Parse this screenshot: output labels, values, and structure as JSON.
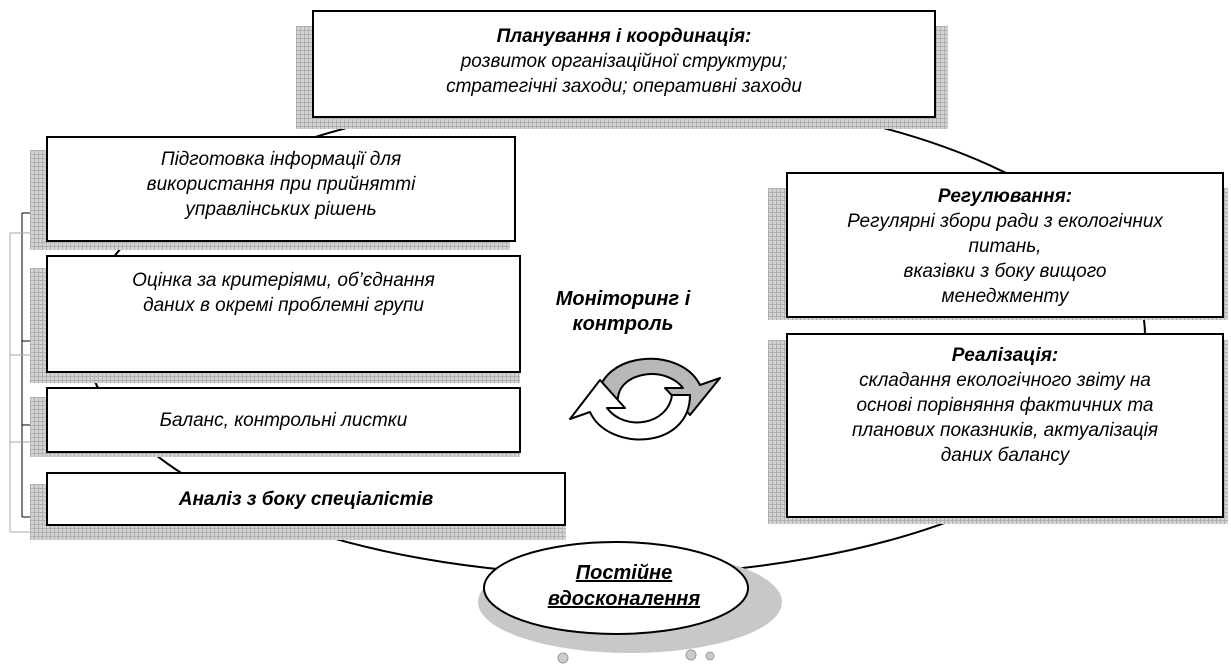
{
  "planning": {
    "title": "Планування і координація:",
    "lines": [
      "розвиток організаційної структури;",
      "стратегічні заходи; оперативні заходи"
    ]
  },
  "preparation": {
    "lines": [
      "Підготовка інформації для",
      "використання при прийнятті",
      "управлінських рішень"
    ]
  },
  "evaluation": {
    "lines": [
      "Оцінка за критеріями, об’єднання",
      "даних в окремі проблемні групи"
    ]
  },
  "balance": {
    "text": "Баланс, контрольні листки"
  },
  "analysis": {
    "text": "Аналіз з боку спеціалістів"
  },
  "regulation": {
    "title": "Регулювання:",
    "lines": [
      "Регулярні збори ради з екологічних",
      "питань,",
      "вказівки з боку вищого",
      "менеджменту"
    ]
  },
  "implementation": {
    "title": "Реалізація:",
    "lines": [
      "складання екологічного звіту на",
      "основі порівняння фактичних та",
      "планових показників, актуалізація",
      "даних балансу"
    ]
  },
  "center": {
    "lines": [
      "Моніторинг і",
      "контроль"
    ]
  },
  "improvement": {
    "lines": [
      "Постійне",
      "вдосконалення"
    ]
  }
}
